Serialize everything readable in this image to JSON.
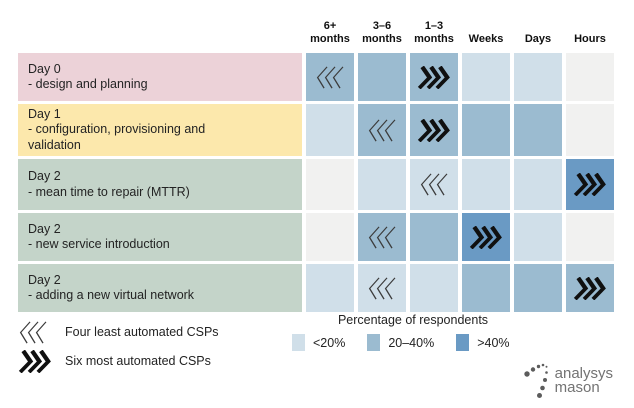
{
  "palette": {
    "cell_none": "#f1f1f0",
    "cell_low": "#d0dfe9",
    "cell_mid": "#9bbbd0",
    "cell_high": "#6a9ac4",
    "row_day0": "#ecd2d8",
    "row_day1": "#fce8ac",
    "row_day2": "#c4d4c9",
    "marker_least_color": "#3c3c3c",
    "marker_most_color": "#101010"
  },
  "columns": [
    {
      "line1": "6+",
      "line2": "months"
    },
    {
      "line1": "3–6",
      "line2": "months"
    },
    {
      "line1": "1–3",
      "line2": "months"
    },
    {
      "line1": "",
      "line2": "Weeks"
    },
    {
      "line1": "",
      "line2": "Days"
    },
    {
      "line1": "",
      "line2": "Hours"
    }
  ],
  "rows": [
    {
      "id": "day0",
      "title": "Day 0",
      "desc": "- design and planning",
      "color": "row_day0",
      "cells": [
        {
          "level": "mid",
          "marker": "least"
        },
        {
          "level": "mid",
          "marker": null
        },
        {
          "level": "mid",
          "marker": "most"
        },
        {
          "level": "low",
          "marker": null
        },
        {
          "level": "low",
          "marker": null
        },
        {
          "level": "none",
          "marker": null
        }
      ]
    },
    {
      "id": "day1",
      "title": "Day 1",
      "desc": "- configuration, provisioning and validation",
      "color": "row_day1",
      "cells": [
        {
          "level": "low",
          "marker": null
        },
        {
          "level": "mid",
          "marker": "least"
        },
        {
          "level": "mid",
          "marker": "most"
        },
        {
          "level": "mid",
          "marker": null
        },
        {
          "level": "mid",
          "marker": null
        },
        {
          "level": "none",
          "marker": null
        }
      ]
    },
    {
      "id": "day2-mttr",
      "title": "Day 2",
      "desc": "- mean time to repair (MTTR)",
      "color": "row_day2",
      "cells": [
        {
          "level": "none",
          "marker": null
        },
        {
          "level": "low",
          "marker": null
        },
        {
          "level": "low",
          "marker": "least"
        },
        {
          "level": "low",
          "marker": null
        },
        {
          "level": "low",
          "marker": null
        },
        {
          "level": "high",
          "marker": "most"
        }
      ]
    },
    {
      "id": "day2-nsi",
      "title": "Day 2",
      "desc": "- new service introduction",
      "color": "row_day2",
      "cells": [
        {
          "level": "none",
          "marker": null
        },
        {
          "level": "mid",
          "marker": "least"
        },
        {
          "level": "mid",
          "marker": null
        },
        {
          "level": "high",
          "marker": "most"
        },
        {
          "level": "low",
          "marker": null
        },
        {
          "level": "none",
          "marker": null
        }
      ]
    },
    {
      "id": "day2-vnet",
      "title": "Day 2",
      "desc": "- adding a new virtual network",
      "color": "row_day2",
      "cells": [
        {
          "level": "low",
          "marker": null
        },
        {
          "level": "low",
          "marker": "least"
        },
        {
          "level": "low",
          "marker": null
        },
        {
          "level": "mid",
          "marker": null
        },
        {
          "level": "mid",
          "marker": null
        },
        {
          "level": "mid",
          "marker": "most"
        }
      ]
    }
  ],
  "marker_legend": [
    {
      "marker": "least",
      "label": "Four least automated CSPs"
    },
    {
      "marker": "most",
      "label": "Six most automated CSPs"
    }
  ],
  "legend": {
    "title": "Percentage of respondents",
    "items": [
      {
        "label": "<20%",
        "level": "low"
      },
      {
        "label": "20–40%",
        "level": "mid"
      },
      {
        "label": ">40%",
        "level": "high"
      }
    ]
  },
  "logo": {
    "line1": "analysys",
    "line2": "mason"
  },
  "chart_data": {
    "type": "heatmap",
    "title": "",
    "columns": [
      "6+ months",
      "3–6 months",
      "1–3 months",
      "Weeks",
      "Days",
      "Hours"
    ],
    "rows": [
      "Day 0 - design and planning",
      "Day 1 - configuration, provisioning and validation",
      "Day 2 - mean time to repair (MTTR)",
      "Day 2 - new service introduction",
      "Day 2 - adding a new virtual network"
    ],
    "value_bins": [
      "<20%",
      "20–40%",
      ">40%"
    ],
    "values": [
      [
        "20–40%",
        "20–40%",
        "20–40%",
        "<20%",
        "<20%",
        null
      ],
      [
        "<20%",
        "20–40%",
        "20–40%",
        "20–40%",
        "20–40%",
        null
      ],
      [
        null,
        "<20%",
        "<20%",
        "<20%",
        "<20%",
        ">40%"
      ],
      [
        null,
        "20–40%",
        "20–40%",
        ">40%",
        "<20%",
        null
      ],
      [
        "<20%",
        "<20%",
        "<20%",
        "20–40%",
        "20–40%",
        "20–40%"
      ]
    ],
    "markers": {
      "four_least_automated_csps": [
        "6+ months",
        "3–6 months",
        "1–3 months",
        "3–6 months",
        "3–6 months"
      ],
      "six_most_automated_csps": [
        "1–3 months",
        "1–3 months",
        "Hours",
        "Weeks",
        "Hours"
      ]
    },
    "legend_title": "Percentage of respondents",
    "legend_position": "bottom"
  }
}
